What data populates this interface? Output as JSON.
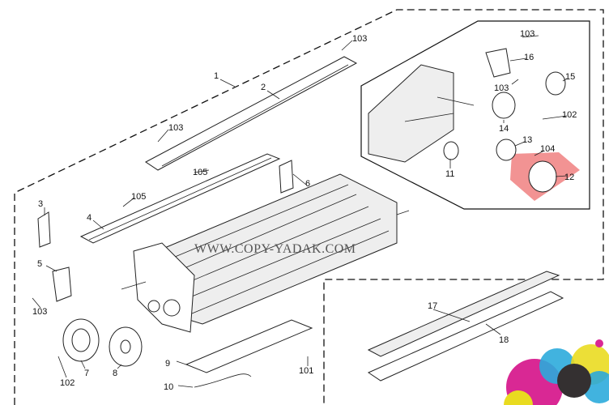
{
  "watermark": "WWW.COPY-YADAK.COM",
  "highlight_color": "#f08080",
  "callouts": {
    "c1": "1",
    "c2": "2",
    "c3": "3",
    "c4": "4",
    "c5": "5",
    "c6": "6",
    "c7": "7",
    "c8": "8",
    "c9": "9",
    "c10": "10",
    "c11": "11",
    "c12": "12",
    "c13": "13",
    "c14": "14",
    "c15": "15",
    "c16": "16",
    "c17": "17",
    "c18": "18",
    "c101": "101",
    "c102a": "102",
    "c102b": "102",
    "c103a": "103",
    "c103b": "103",
    "c103c": "103",
    "c103d": "103",
    "c103e": "103",
    "c104": "104",
    "c105a": "105",
    "c105b": "105"
  }
}
